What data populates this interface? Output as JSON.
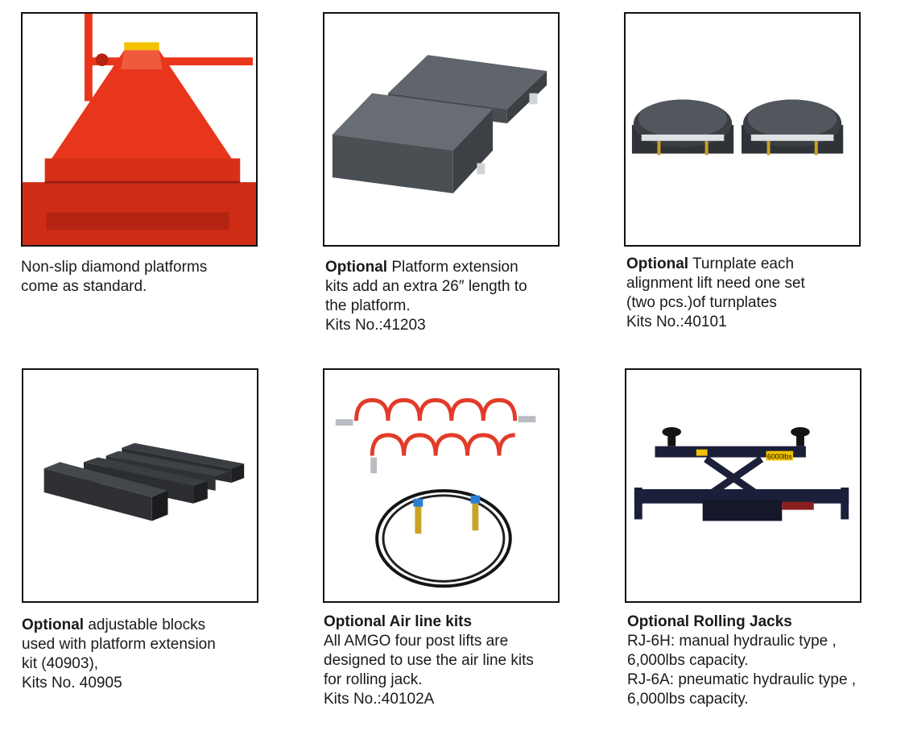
{
  "items": [
    {
      "image": "red-diamond-platform",
      "lines": [
        "Non-slip diamond platforms",
        "come as standard."
      ]
    },
    {
      "image": "platform-extension-kits",
      "bold_word": "Optional",
      "title_rest": " Platform extension",
      "lines": [
        "kits add an extra 26″ length to",
        "the platform.",
        "Kits No.:41203"
      ]
    },
    {
      "image": "turnplates",
      "bold_word": "Optional",
      "title_rest": " Turnplate each",
      "lines": [
        "alignment lift need one set",
        "(two pcs.)of turnplates",
        "Kits No.:40101"
      ]
    },
    {
      "image": "adjustable-blocks",
      "bold_word": "Optional",
      "title_rest": " adjustable blocks",
      "lines": [
        "used with platform extension",
        "kit (40903),",
        "Kits No. 40905"
      ]
    },
    {
      "image": "air-line-kits",
      "title_bold": "Optional Air line kits",
      "lines": [
        "All AMGO four post lifts are",
        "designed to use the air line kits",
        "for rolling jack.",
        "Kits No.:40102A"
      ]
    },
    {
      "image": "rolling-jack",
      "bold_word": "Optional",
      "title_rest_bold": " Rolling Jacks",
      "jack_label": "6000lbs",
      "lines": [
        "RJ-6H: manual hydraulic type ,",
        "6,000lbs capacity.",
        "RJ-6A: pneumatic hydraulic type ,",
        "6,000lbs capacity."
      ]
    }
  ],
  "colors": {
    "platform_red": "#e8361c",
    "steel_gray": "#5a6066",
    "block_black": "#2b2d30",
    "hose_red": "#e23b2a",
    "jack_navy": "#1c1f3a",
    "jack_yellow": "#f2c200"
  }
}
